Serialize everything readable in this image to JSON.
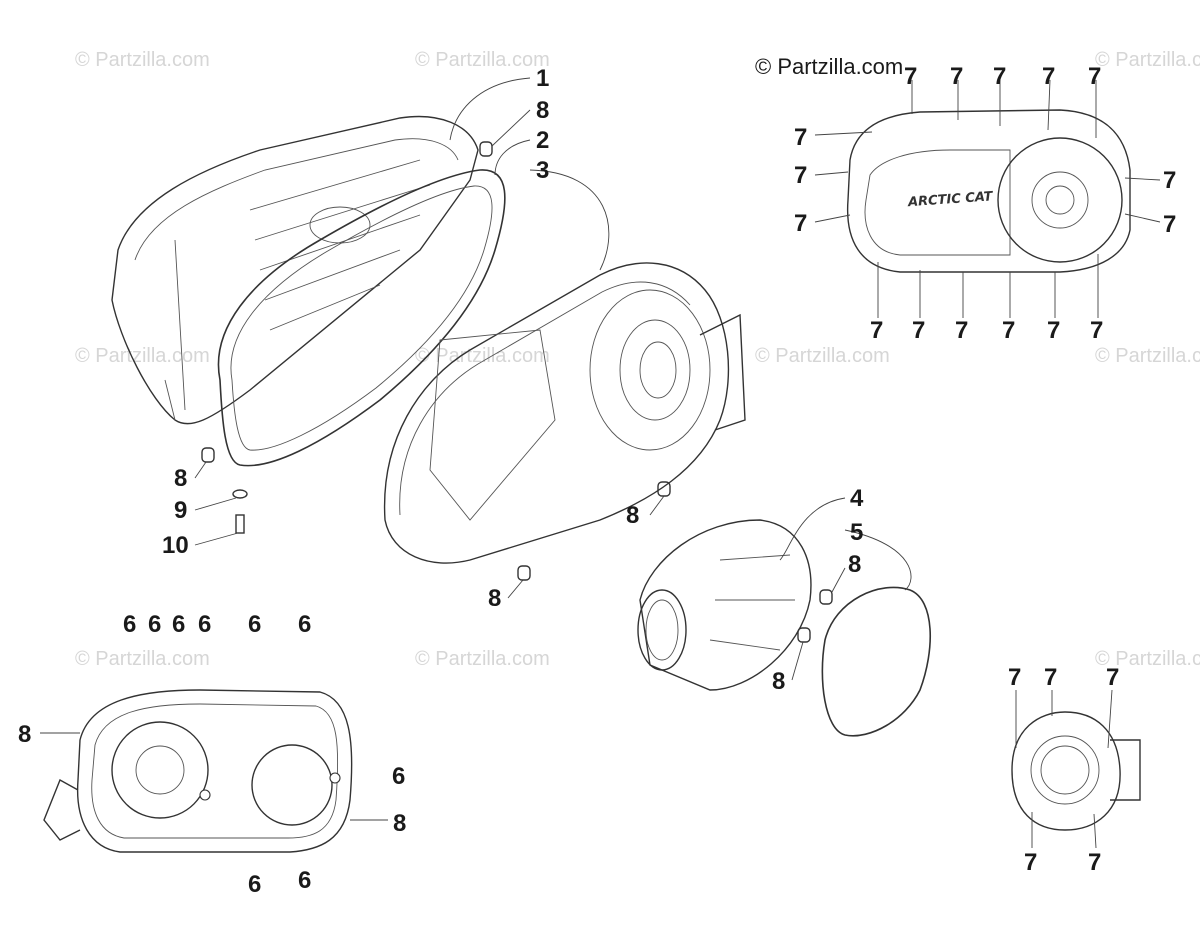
{
  "watermark": "© Partzilla.com",
  "credit": "© Partzilla.com",
  "logo_text": "ARCTIC CAT",
  "callouts": {
    "c1": "1",
    "c8a": "8",
    "c2": "2",
    "c3": "3",
    "c8b": "8",
    "c9": "9",
    "c10": "10",
    "c8c": "8",
    "c8d": "8",
    "c4": "4",
    "c5": "5",
    "c8e": "8",
    "c8f": "8",
    "tr1": "7",
    "tr2": "7",
    "tr3": "7",
    "tr4": "7",
    "tr5": "7",
    "tr6": "7",
    "tr7": "7",
    "tr8": "7",
    "tr9": "7",
    "tr10": "7",
    "tr11": "7",
    "tr12": "7",
    "tr13": "7",
    "tr14": "7",
    "tr15": "7",
    "tr16": "7",
    "bl1": "6",
    "bl2": "6",
    "bl3": "6",
    "bl4": "6",
    "bl5": "6",
    "bl6": "6",
    "bl7": "6",
    "bl8": "6",
    "bl9": "6",
    "bl10": "8",
    "bl11": "8",
    "br1": "7",
    "br2": "7",
    "br3": "7",
    "br4": "7",
    "br5": "7"
  }
}
